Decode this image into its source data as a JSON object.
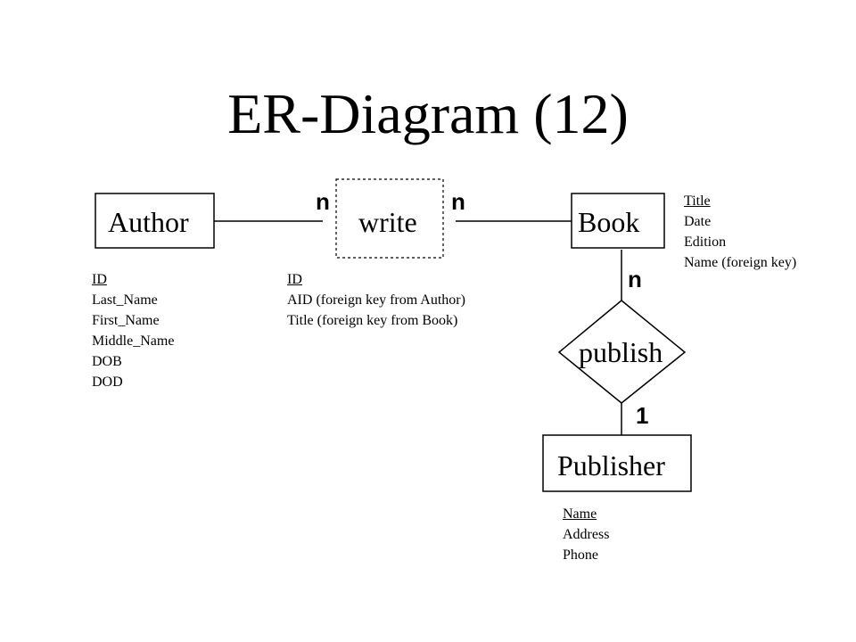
{
  "title": "ER-Diagram (12)",
  "entities": {
    "author": {
      "label": "Author",
      "attributes": [
        {
          "text": "ID",
          "key": true
        },
        {
          "text": "Last_Name",
          "key": false
        },
        {
          "text": "First_Name",
          "key": false
        },
        {
          "text": "Middle_Name",
          "key": false
        },
        {
          "text": "DOB",
          "key": false
        },
        {
          "text": "DOD",
          "key": false
        }
      ]
    },
    "book": {
      "label": "Book",
      "attributes": [
        {
          "text": "Title",
          "key": true
        },
        {
          "text": "Date",
          "key": false
        },
        {
          "text": "Edition",
          "key": false
        },
        {
          "text": "Name (foreign key)",
          "key": false
        }
      ]
    },
    "publisher": {
      "label": "Publisher",
      "attributes": [
        {
          "text": "Name",
          "key": true
        },
        {
          "text": "Address",
          "key": false
        },
        {
          "text": "Phone",
          "key": false
        }
      ]
    }
  },
  "relationships": {
    "write": {
      "label": "write",
      "attributes": [
        {
          "text": "ID",
          "key": true
        },
        {
          "text": "AID (foreign key from Author)",
          "key": false
        },
        {
          "text": "Title (foreign key from Book)",
          "key": false
        }
      ]
    },
    "publish": {
      "label": "publish"
    }
  },
  "cardinalities": {
    "write_author": "n",
    "write_book": "n",
    "publish_book": "n",
    "publish_publisher": "1"
  }
}
